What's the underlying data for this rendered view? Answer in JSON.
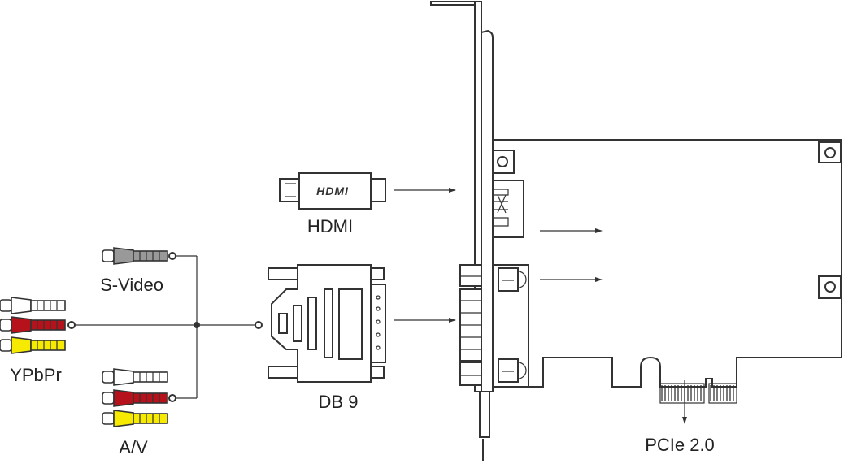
{
  "labels": {
    "hdmi": "HDMI",
    "hdmi_plug_text": "HDMI",
    "svideo": "S-Video",
    "ypbpr": "YPbPr",
    "av": "A/V",
    "db9": "DB 9",
    "pcie": "PCIe 2.0"
  },
  "colors": {
    "outline": "#333333",
    "gray_plug": "#999999",
    "red_plug": "#b5121b",
    "yellow_plug": "#f5ea00",
    "white_plug": "#ffffff"
  }
}
